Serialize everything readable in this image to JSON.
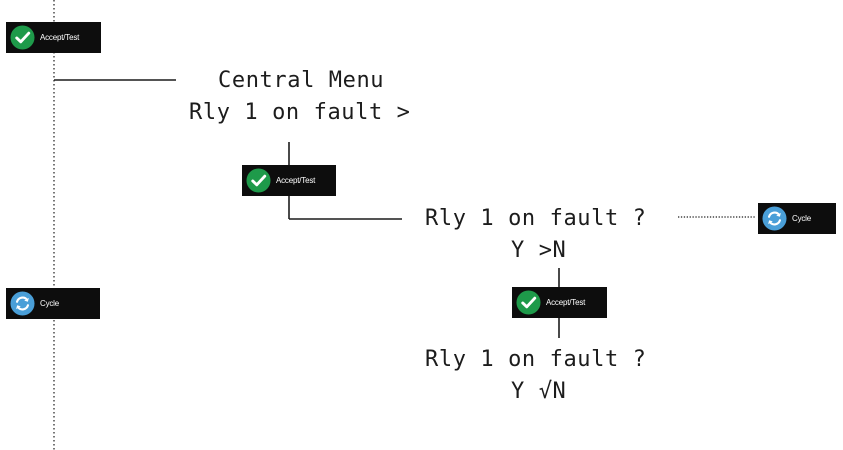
{
  "colors": {
    "accept_icon": "#1e9a4a",
    "cycle_icon": "#4a9fd8",
    "button_bg": "#0d0d0d",
    "line": "#1c1c1c",
    "text": "#1c1c1c"
  },
  "buttons": {
    "accept_top": {
      "label": "Accept/Test",
      "icon": "checkmark-icon"
    },
    "accept_mid": {
      "label": "Accept/Test",
      "icon": "checkmark-icon"
    },
    "accept_low": {
      "label": "Accept/Test",
      "icon": "checkmark-icon"
    },
    "cycle_left": {
      "label": "Cycle",
      "icon": "cycle-icon"
    },
    "cycle_right": {
      "label": "Cycle",
      "icon": "cycle-icon"
    }
  },
  "screens": {
    "central_menu": {
      "line1": "Central Menu",
      "line2": "Rly 1 on fault >"
    },
    "fault_query": {
      "line1": "Rly 1 on fault ?",
      "line2": "Y >N"
    },
    "fault_confirm": {
      "line1": "Rly 1 on fault ?",
      "line2": "Y √N"
    }
  }
}
